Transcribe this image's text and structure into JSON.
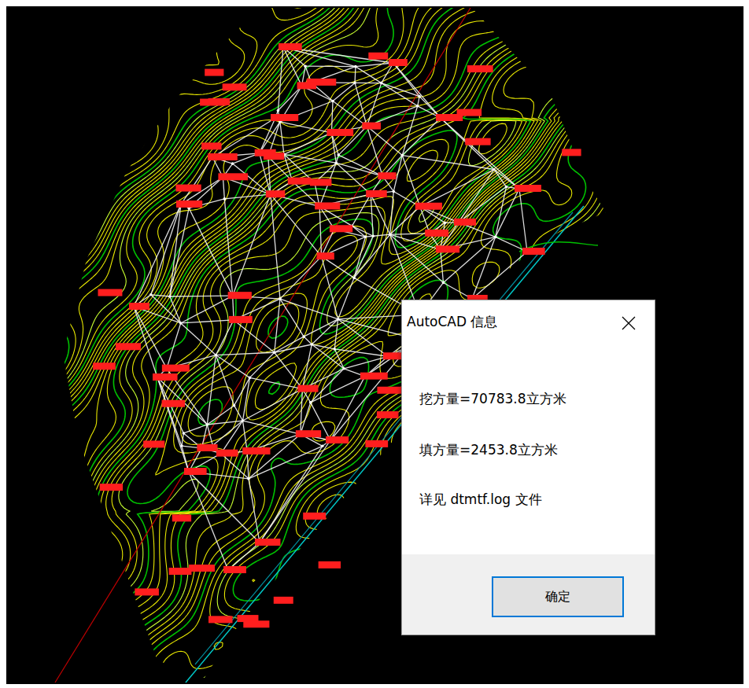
{
  "diagram": {
    "nodes": [
      {
        "text": [
          "AutoCAD 信息",
          "挖方量=70783.8立方米",
          "填方量=2453.8立方米",
          "详见 dtmtf.log 文件"
        ]
      },
      {
        "text": [
          "确定"
        ],
        "in": 0
      }
    ]
  }
}
